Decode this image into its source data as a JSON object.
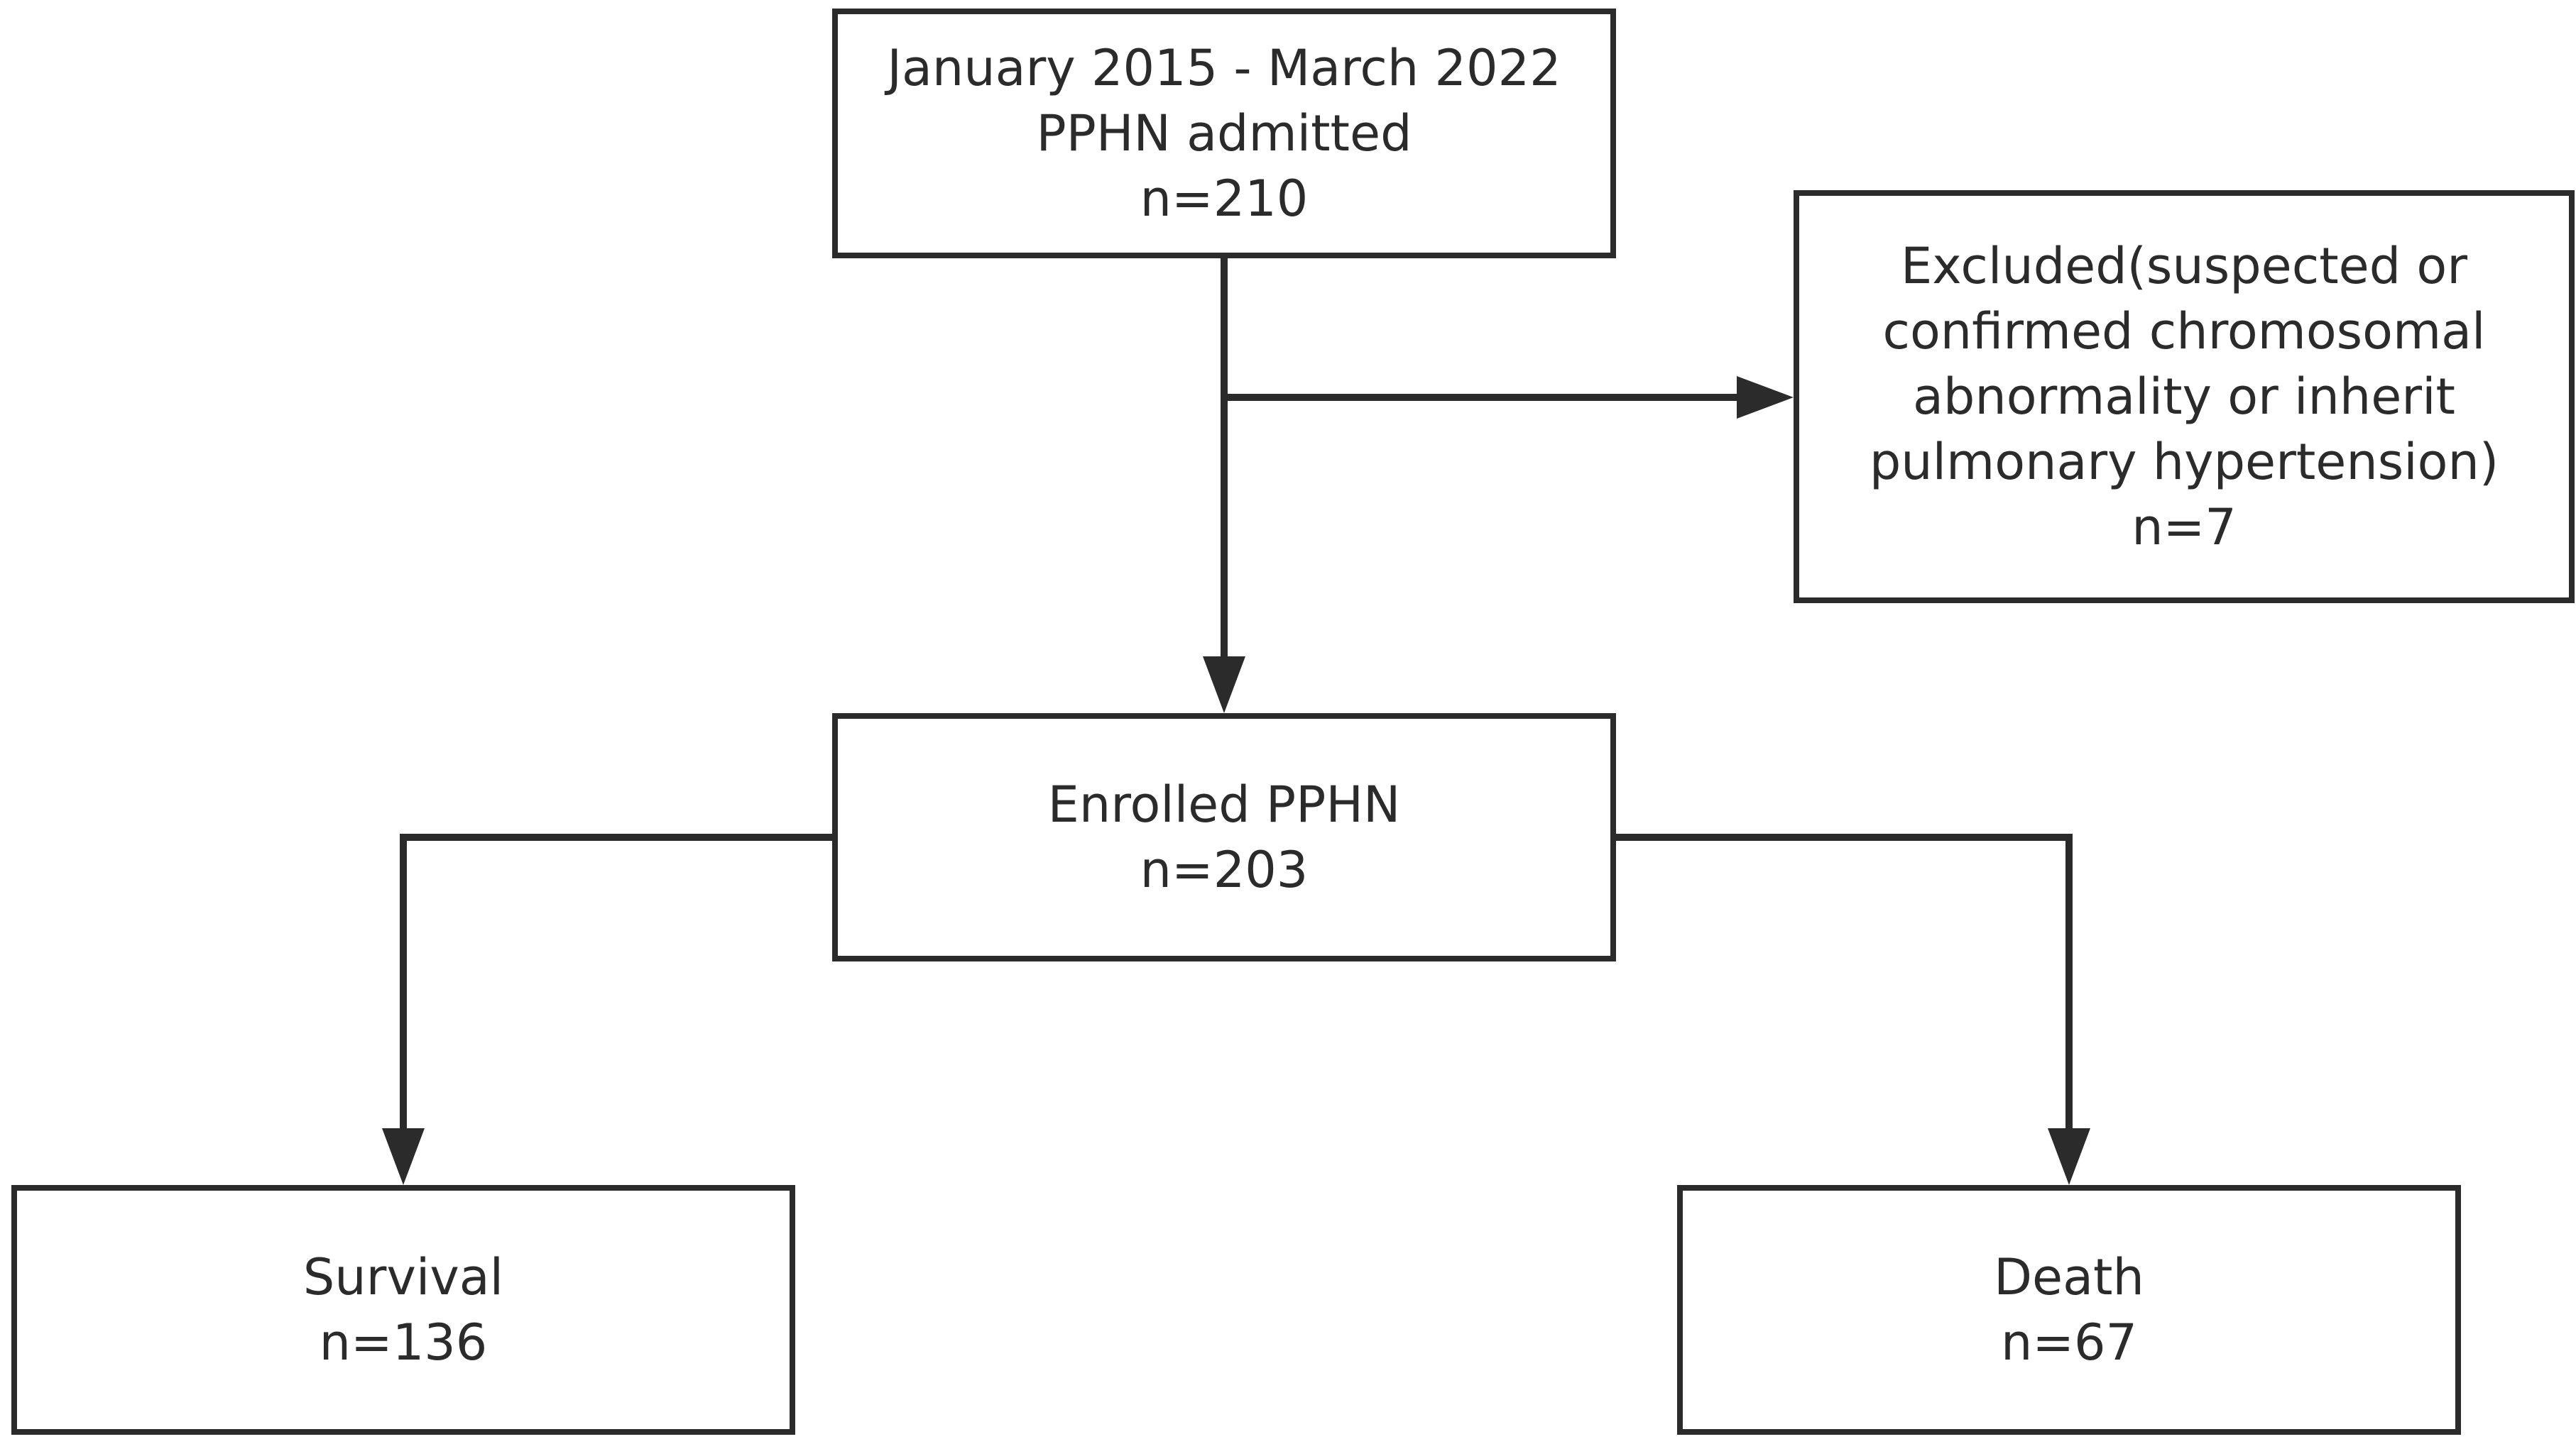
{
  "colors": {
    "stroke": "#2b2b2b",
    "text": "#2b2b2b",
    "background": "#ffffff"
  },
  "nodes": {
    "admitted": {
      "lines": [
        "January 2015  - March 2022",
        "PPHN admitted",
        "n=210"
      ]
    },
    "excluded": {
      "lines": [
        "Excluded(suspected or",
        "confirmed chromosomal",
        "abnormality or inherit",
        "pulmonary hypertension)",
        "n=7"
      ]
    },
    "enrolled": {
      "lines": [
        "Enrolled PPHN",
        "n=203"
      ]
    },
    "survival": {
      "lines": [
        "Survival",
        "n=136"
      ]
    },
    "death": {
      "lines": [
        "Death",
        "n=67"
      ]
    }
  },
  "edges": [
    {
      "from": "admitted",
      "to": "enrolled"
    },
    {
      "from": "admitted",
      "to": "excluded"
    },
    {
      "from": "enrolled",
      "to": "survival"
    },
    {
      "from": "enrolled",
      "to": "death"
    }
  ]
}
